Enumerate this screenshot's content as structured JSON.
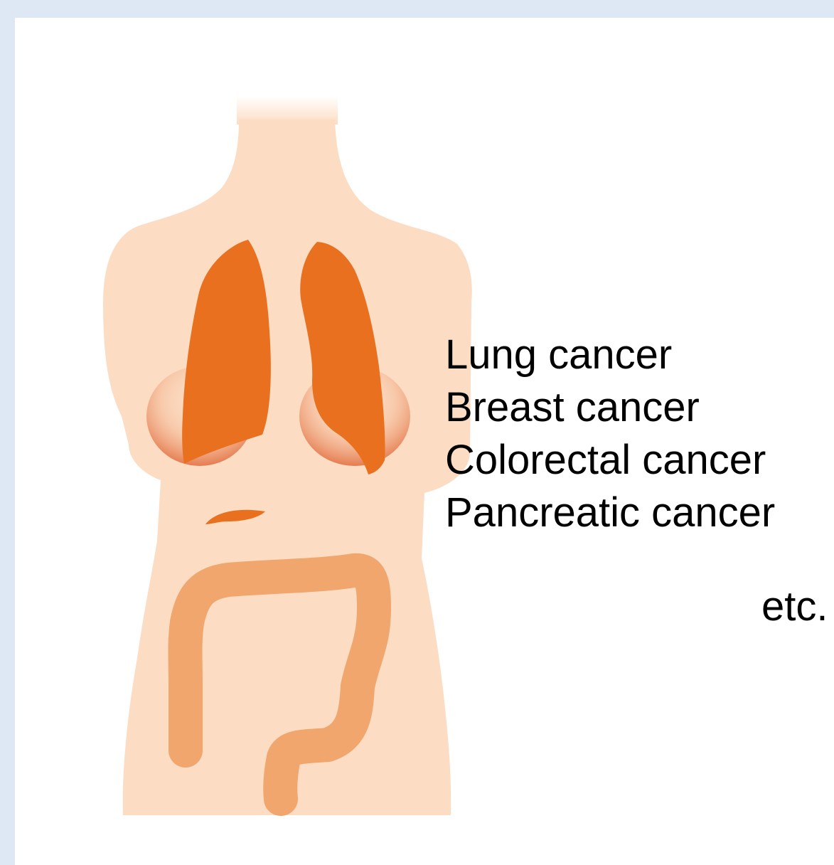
{
  "colors": {
    "frame": "#dde8f4",
    "canvas": "#ffffff",
    "body": "#fcdcc3",
    "lungs": "#e8701f",
    "colon": "#f0a66c",
    "text": "#000000"
  },
  "cancer_types": [
    "Lung cancer",
    "Breast cancer",
    "Colorectal cancer",
    "Pancreatic cancer"
  ],
  "etc_label": "etc."
}
